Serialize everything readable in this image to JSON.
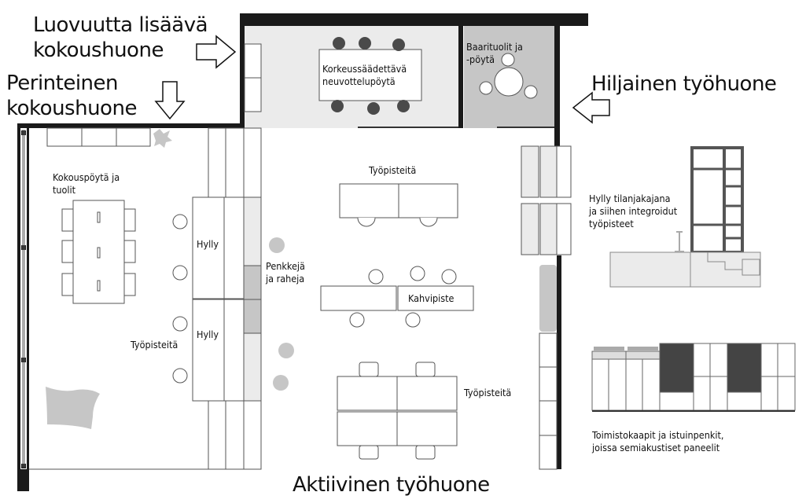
{
  "titles": {
    "creative_room": "Luovuutta lisäävä\nkokoushuone",
    "traditional_room": "Perinteinen\nkokoushuone",
    "quiet_room": "Hiljainen työhuone",
    "active_room": "Aktiivinen työhuone"
  },
  "labels": {
    "adjustable_table": "Korkeussäädettävä\nneuvottelupöytä",
    "bar": "Baarituolit ja\n-pöytä",
    "meeting_table": "Kokouspöytä ja\ntuolit",
    "shelf1": "Hylly",
    "shelf2": "Hylly",
    "workstations_left": "Työpisteitä",
    "workstations_top": "Työpisteitä",
    "workstations_bottom": "Työpisteitä",
    "benches": "Penkkejä\nja raheja",
    "coffee": "Kahvipiste",
    "shelf_divider": "Hylly tilanjakajana\nja siihen integroidut\ntyöpisteet",
    "cabinets": "Toimistokaapit ja istuinpenkit,\njoissa semiakustiset paneelit"
  },
  "colors": {
    "wall": "#1a1a1a",
    "line": "#555555",
    "light_fill": "#ebebeb",
    "mid_fill": "#c6c6c6",
    "chair_dark": "#4a4a4a"
  }
}
